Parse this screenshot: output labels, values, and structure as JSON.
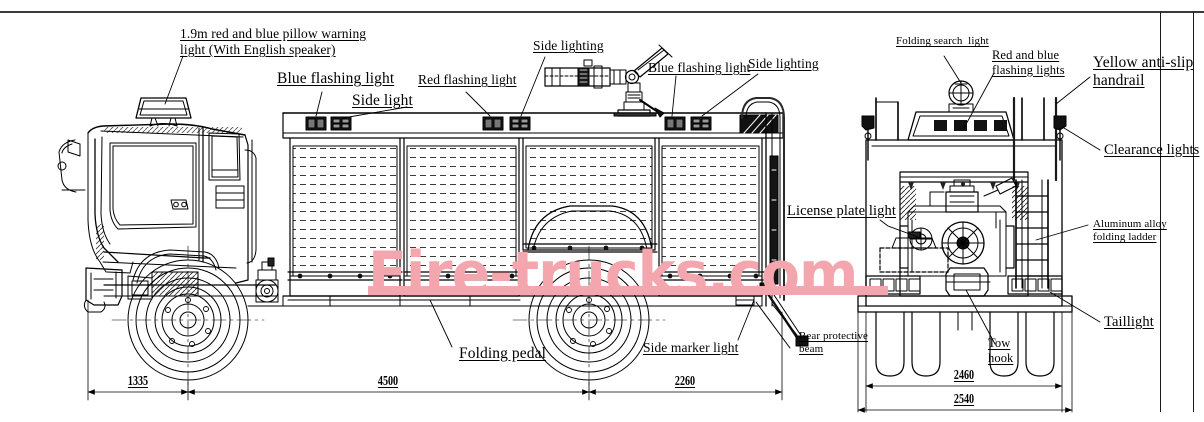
{
  "document": {
    "type": "technical-drawing",
    "subject": "Fire truck side view and rear view engineering drawing",
    "watermark": "Fire-trucks.com",
    "watermark_color": "#f3a6ad",
    "line_color": "#000000",
    "background": "#ffffff"
  },
  "views": {
    "side": {
      "name": "Side view (left profile)"
    },
    "rear": {
      "name": "Rear view"
    }
  },
  "callouts": {
    "pillow_warning_light": "1.9m red and blue pillow warning\nlight (With English speaker)",
    "blue_flashing_light_front": "Blue flashing light",
    "side_light": "Side light",
    "red_flashing_light": "Red flashing light",
    "side_lighting_mid": "Side lighting",
    "blue_flashing_light_rear": "Blue flashing light",
    "side_lighting_rear": "Side lighting",
    "folding_search_light": "Folding search  light",
    "red_and_blue_flashing_lights": "Red and blue\nflashing lights",
    "yellow_anti_slip_handrail": "Yellow anti-slip\nhandrail",
    "clearance_lights": "Clearance lights",
    "aluminum_alloy_folding_ladder": "Aluminum alloy\nfolding ladder",
    "taillight": "Taillight",
    "license_plate_light": "License plate light",
    "tow_hook": "Tow\nhook",
    "rear_protective_beam": "Rear protective\nbeam",
    "side_marker_light": "Side marker light",
    "folding_pedal": "Folding pedal"
  },
  "dimensions": {
    "front_overhang": "1335",
    "wheelbase": "4500",
    "rear_overhang": "2260",
    "track_width": "2460",
    "overall_width": "2540"
  }
}
